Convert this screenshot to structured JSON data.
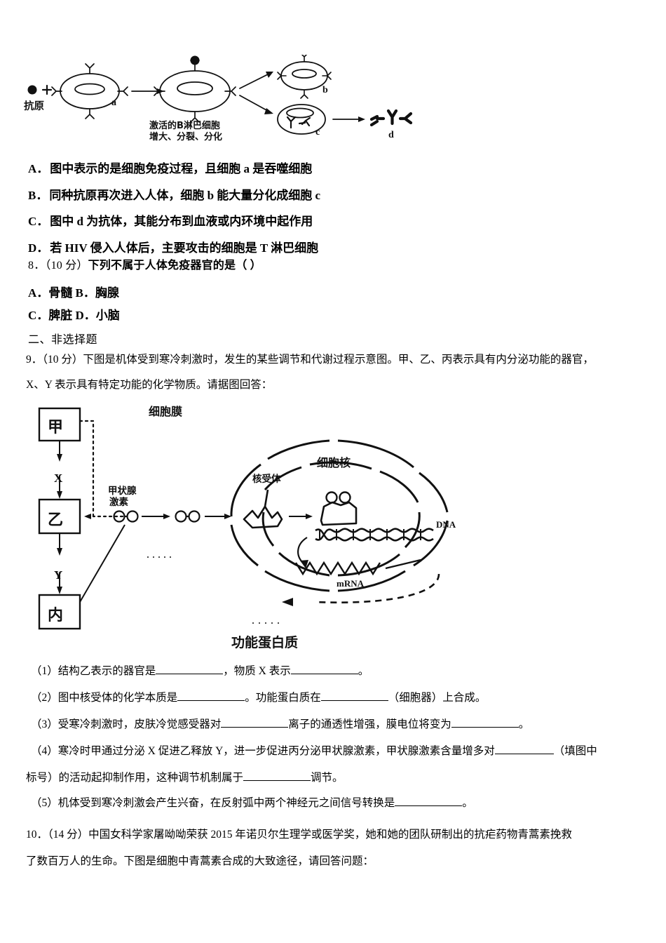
{
  "document": {
    "type": "exam-paper",
    "language": "zh-CN",
    "subject": "biology"
  },
  "figure_immunity": {
    "caption_antigen": "抗原",
    "plus_sign": "+",
    "cell_a_label": "a",
    "activated_label_line1": "激活的B淋巴细胞",
    "activated_label_line2": "增大、分裂、分化",
    "cell_b_label": "b",
    "cell_c_label": "c",
    "antibody_d_label": "d"
  },
  "question7_options": [
    {
      "letter": "A．",
      "text": "图中表示的是细胞免疫过程，且细胞 a 是吞噬细胞"
    },
    {
      "letter": "B．",
      "text": "同种抗原再次进入人体，细胞 b 能大量分化成细胞 c"
    },
    {
      "letter": "C．",
      "text": "图中 d 为抗体，其能分布到血液或内环境中起作用"
    },
    {
      "letter": "D．",
      "text": "若 HIV 侵入人体后，主要攻击的细胞是 T 淋巴细胞"
    }
  ],
  "question8": {
    "number": "8．",
    "score": "（10 分）",
    "stem": "下列不属于人体免疫器官的是（  ）",
    "options_line1": "A．骨髓 B．胸腺",
    "options_line2": "C．脾脏 D．小脑"
  },
  "section2": {
    "title": "二、非选择题"
  },
  "question9": {
    "number": "9．",
    "score": "（10 分）",
    "stem_line1": "下图是机体受到寒冷刺激时，发生的某些调节和代谢过程示意图。甲、乙、丙表示具有内分泌功能的器官，",
    "stem_line2": "X、Y 表示具有特定功能的化学物质。请据图回答：",
    "subquestions": [
      {
        "num": "（1）",
        "parts": [
          "结构乙表示的器官是",
          "，物质 X 表示",
          "。"
        ]
      },
      {
        "num": "（2）",
        "parts": [
          "图中核受体的化学本质是",
          "。功能蛋白质在",
          "（细胞器）上合成。"
        ]
      },
      {
        "num": "（3）",
        "parts": [
          "受寒冷刺激时，皮肤冷觉感受器对",
          "离子的通透性增强，膜电位将变为",
          "。"
        ]
      },
      {
        "num": "（4）",
        "parts": [
          "寒冷时甲通过分泌 X 促进乙释放 Y，进一步促进丙分泌甲状腺激素，甲状腺激素含量增多对",
          "（填图中",
          "标号）的活动起抑制作用，这种调节机制属于",
          "调节。"
        ]
      },
      {
        "num": "（5）",
        "parts": [
          "机体受到寒冷刺激会产生兴奋，在反射弧中两个神经元之间信号转换是",
          "。"
        ]
      }
    ]
  },
  "figure_thyroid": {
    "box_jia": "甲",
    "box_yi": "乙",
    "box_nei": "内",
    "arrow_x": "X",
    "arrow_y": "Y",
    "hormone_label_line1": "甲状腺",
    "hormone_label_line2": "激素",
    "cell_membrane_label": "细胞膜",
    "nucleus_label": "细胞核",
    "nuclear_receptor_label": "核受体",
    "dna_label": "DNA",
    "mrna_label": "mRNA",
    "functional_protein_label": "功能蛋白质"
  },
  "question10": {
    "number": "10．",
    "score": "（14 分）",
    "stem_line1": "中国女科学家屠呦呦荣获 2015 年诺贝尔生理学或医学奖，她和她的团队研制出的抗疟药物青蒿素挽救",
    "stem_line2": "了数百万人的生命。下图是细胞中青蒿素合成的大致途径，请回答问题："
  }
}
